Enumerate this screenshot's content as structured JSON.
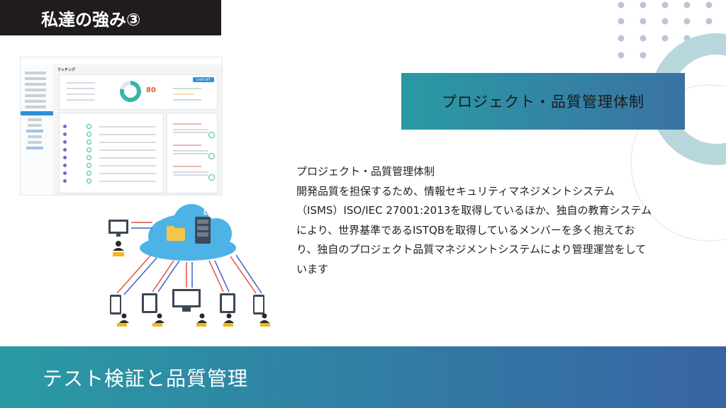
{
  "slide": {
    "title": "私達の強み③",
    "heading": "プロジェクト・品質管理体制",
    "body": [
      "プロジェクト・品質管理体制",
      "開発品質を担保するため、情報セキュリティマネジメントシステム",
      "（ISMS）ISO/IEC 27001:2013を取得しているほか、独自の教育システム",
      "により、世界基準であるISTQBを取得しているメンバーを多く抱えてお",
      "り、独自のプロジェクト品質マネジメントシステムにより管理運営をして",
      "います"
    ],
    "footer": "テスト検証と品質管理"
  },
  "dashboard": {
    "title": "マッチング",
    "score": "80",
    "button": "CHAT-GPT"
  },
  "diagram": {
    "cloud_label": "LMS"
  },
  "colors": {
    "teal": "#2a9aa4",
    "blue": "#3b72a4",
    "dark": "#1f1c1b",
    "accent_light": "#b7d7dd"
  }
}
